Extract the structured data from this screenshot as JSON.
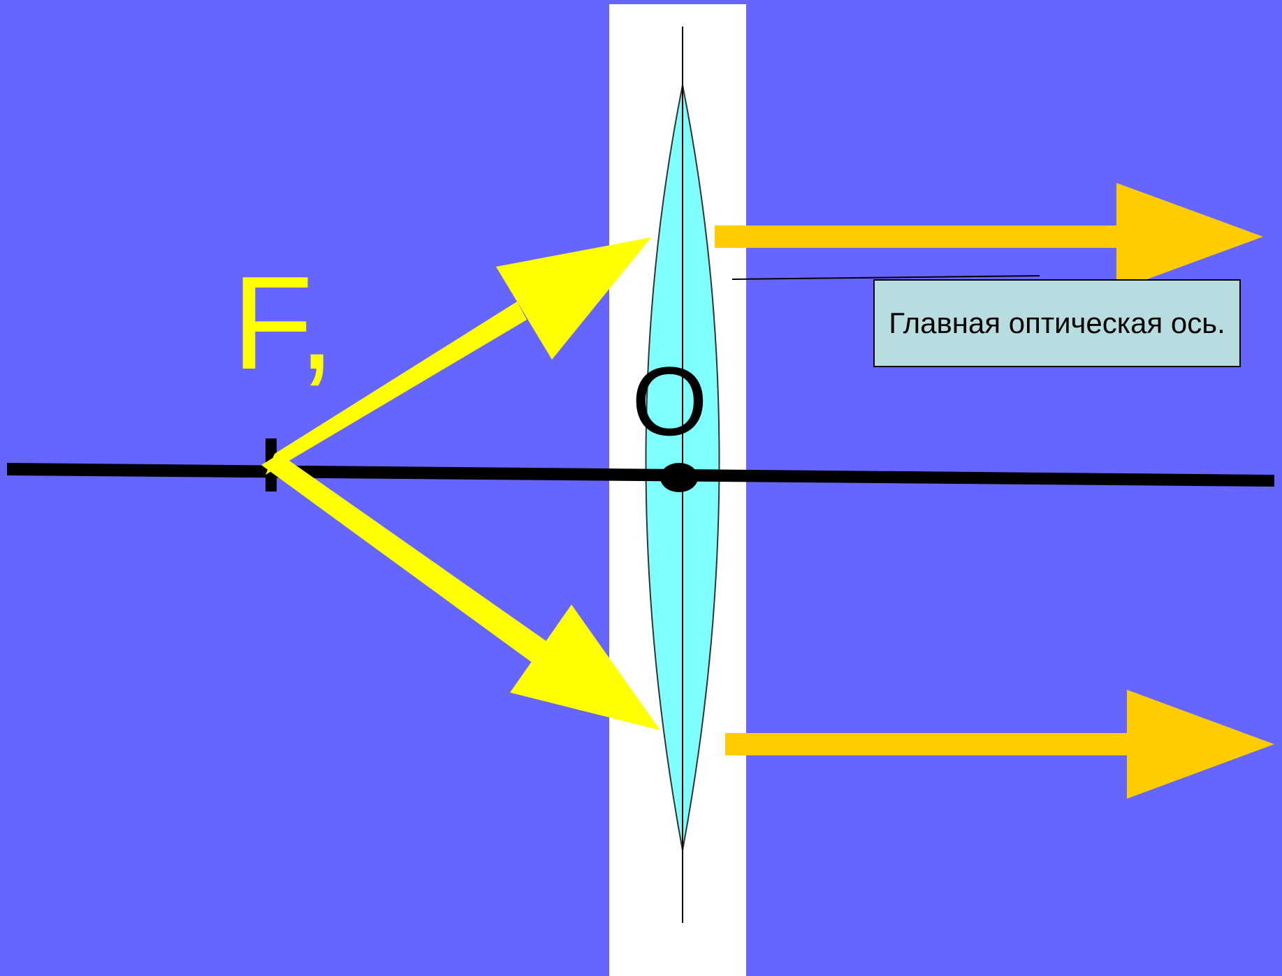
{
  "labels": {
    "focus": "F,",
    "center": "O",
    "axis_callout": "Главная оптическая ось."
  },
  "colors": {
    "background": "#6666ff",
    "lens_strip": "#ffffff",
    "lens_fill": "#80ffff",
    "incident_rays": "#ffff00",
    "refracted_rays": "#ffcc00",
    "axis": "#000000",
    "callout_fill": "#b8dde0"
  }
}
